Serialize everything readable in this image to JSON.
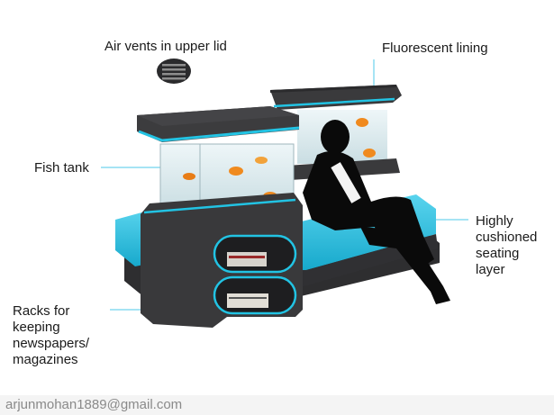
{
  "labels": {
    "air_vents": "Air vents in upper lid",
    "fluorescent": "Fluorescent lining",
    "fish_tank": "Fish tank",
    "cushioned": "Highly\ncushioned\nseating\nlayer",
    "racks": "Racks for\nkeeping\nnewspapers/\nmagazines"
  },
  "footer": {
    "email": "arjunmohan1889@gmail.com"
  },
  "colors": {
    "accent": "#22c3e3",
    "body": "#3a3a3c",
    "dark": "#262628",
    "silhouette": "#0a0a0a",
    "leader": "#4ec8e8"
  }
}
